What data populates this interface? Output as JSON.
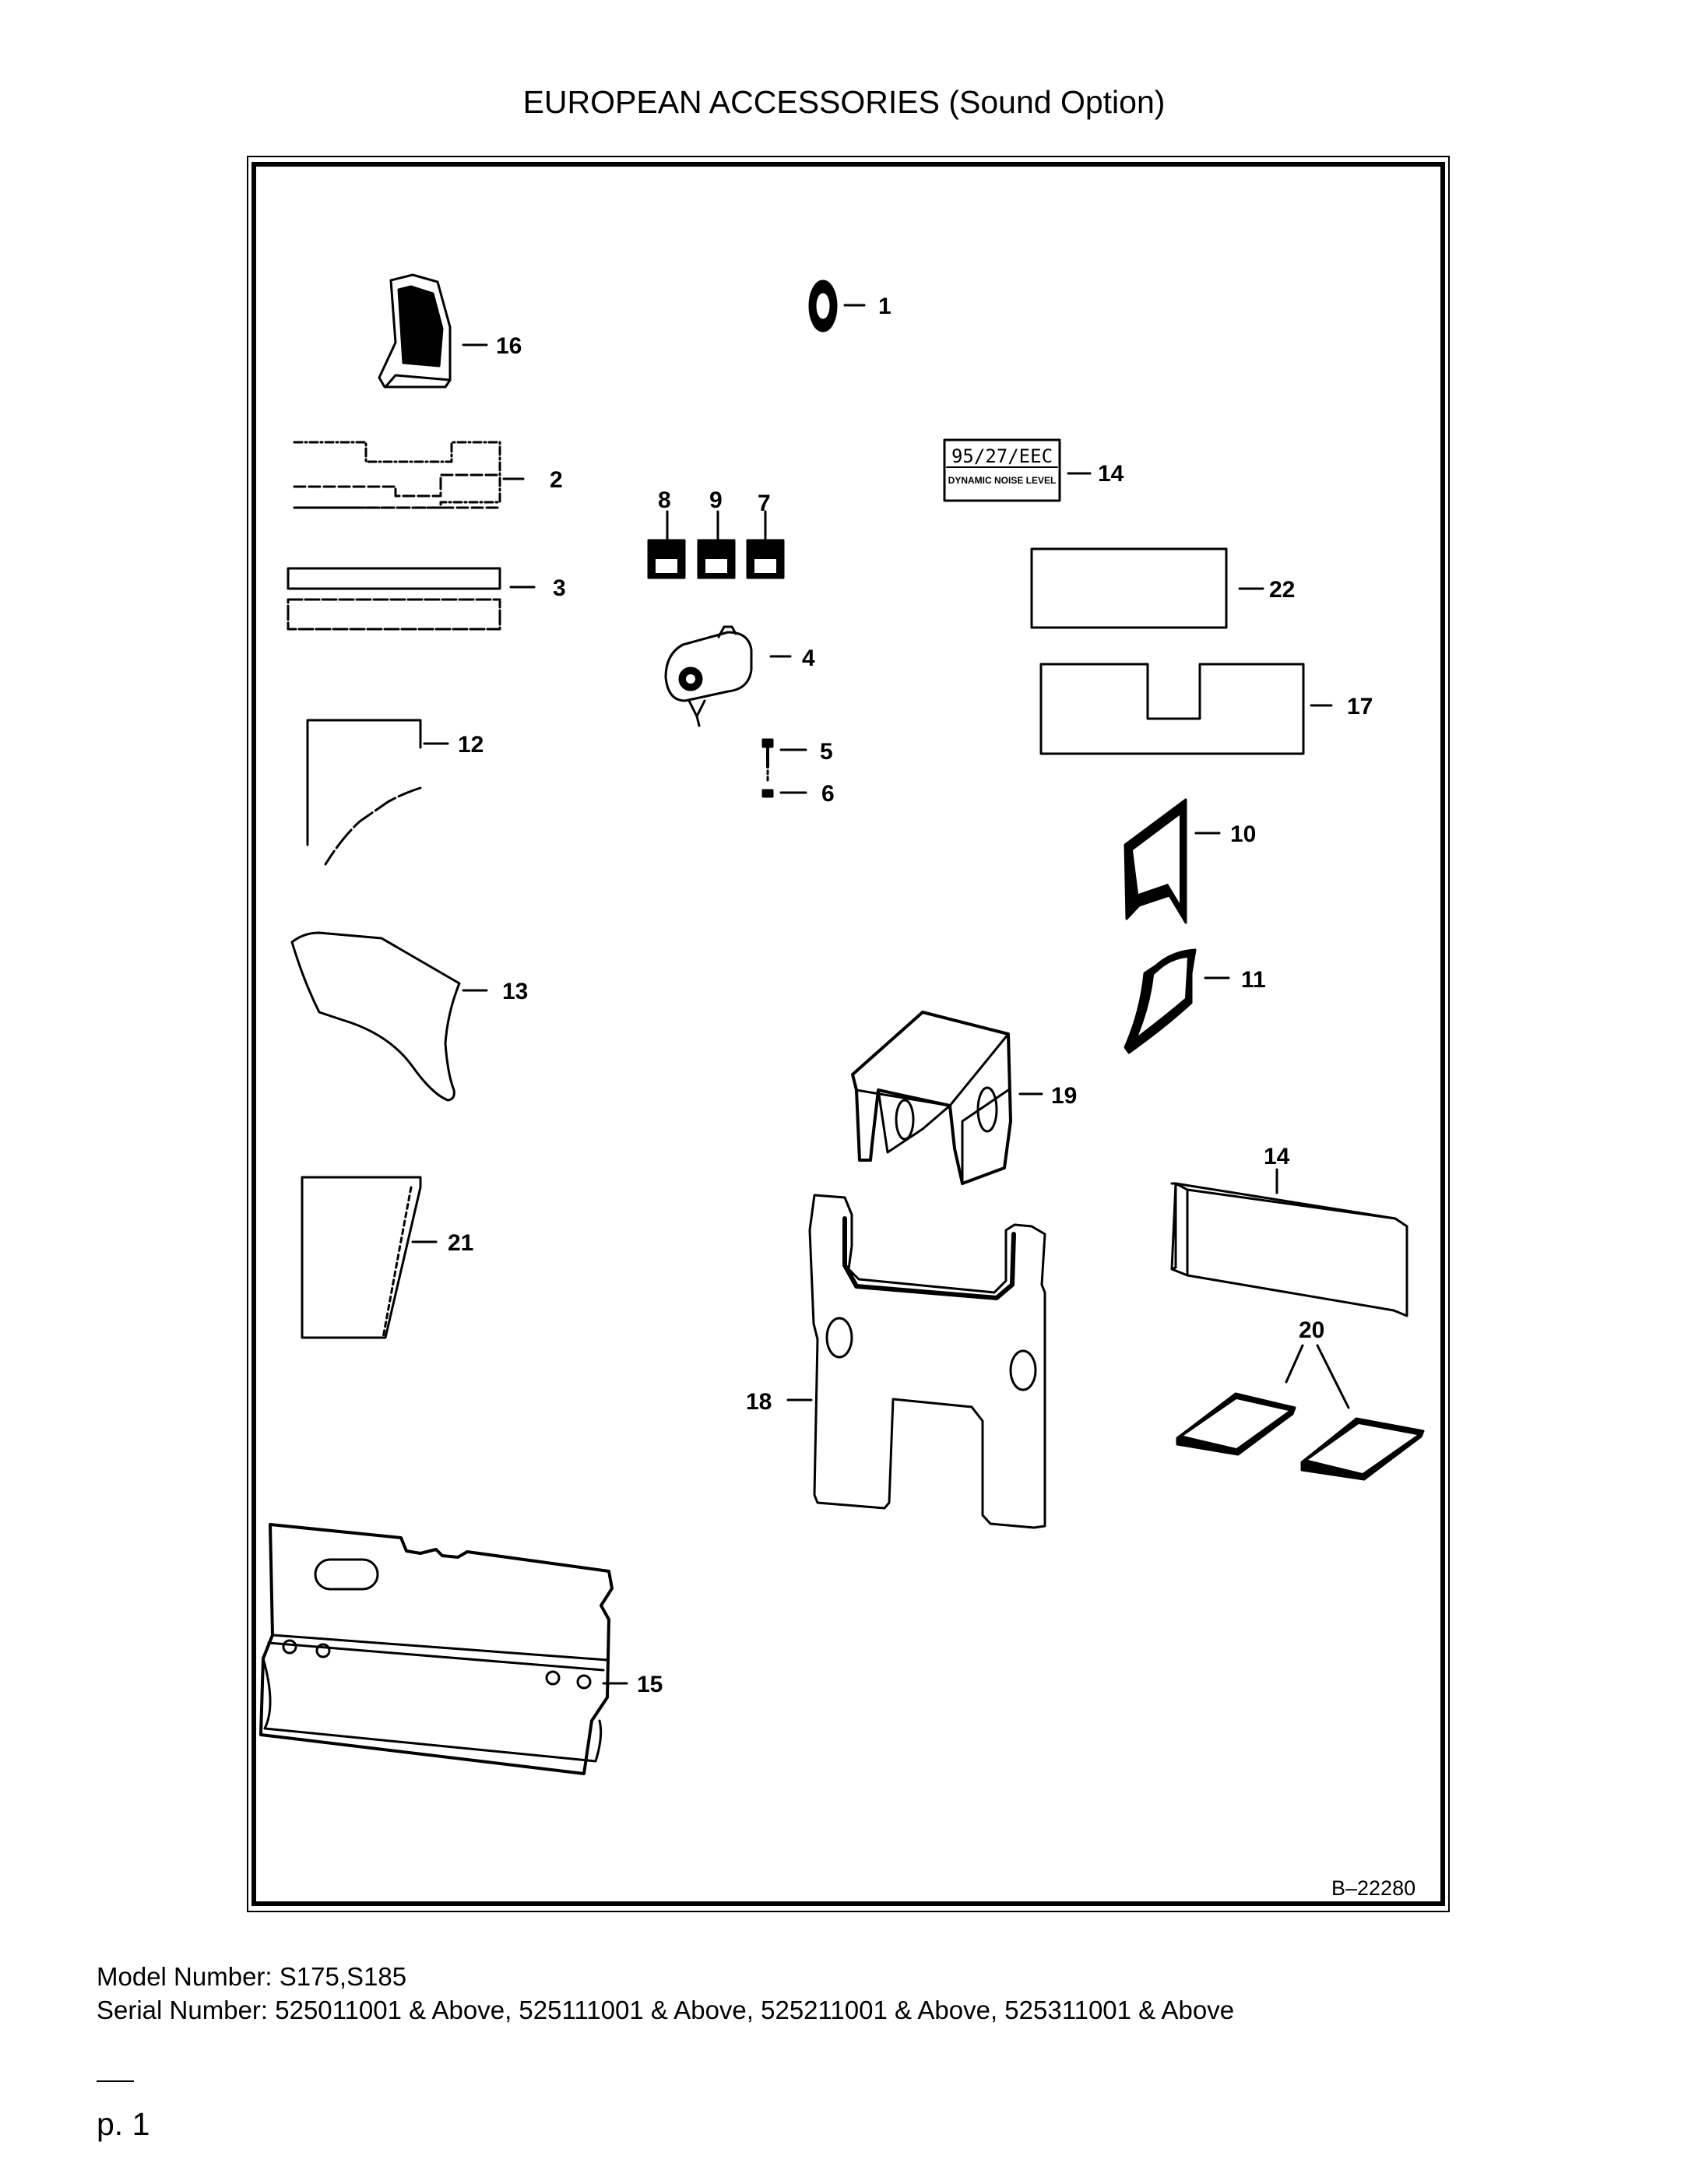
{
  "header": {
    "title": "EUROPEAN ACCESSORIES (Sound Option)"
  },
  "diagram": {
    "drawing_number": "B–22280",
    "decal_text": {
      "line1": "95/27/EEC",
      "line2": "DYNAMIC NOISE LEVEL"
    },
    "callouts": [
      "1",
      "2",
      "3",
      "4",
      "5",
      "6",
      "7",
      "8",
      "9",
      "10",
      "11",
      "12",
      "13",
      "14",
      "14",
      "15",
      "16",
      "17",
      "18",
      "19",
      "20",
      "21",
      "22"
    ]
  },
  "footer": {
    "model": "Model Number: S175,S185",
    "serial": "Serial Number: 525011001 & Above, 525111001 & Above, 525211001 & Above, 525311001 & Above",
    "page": "p. 1"
  }
}
